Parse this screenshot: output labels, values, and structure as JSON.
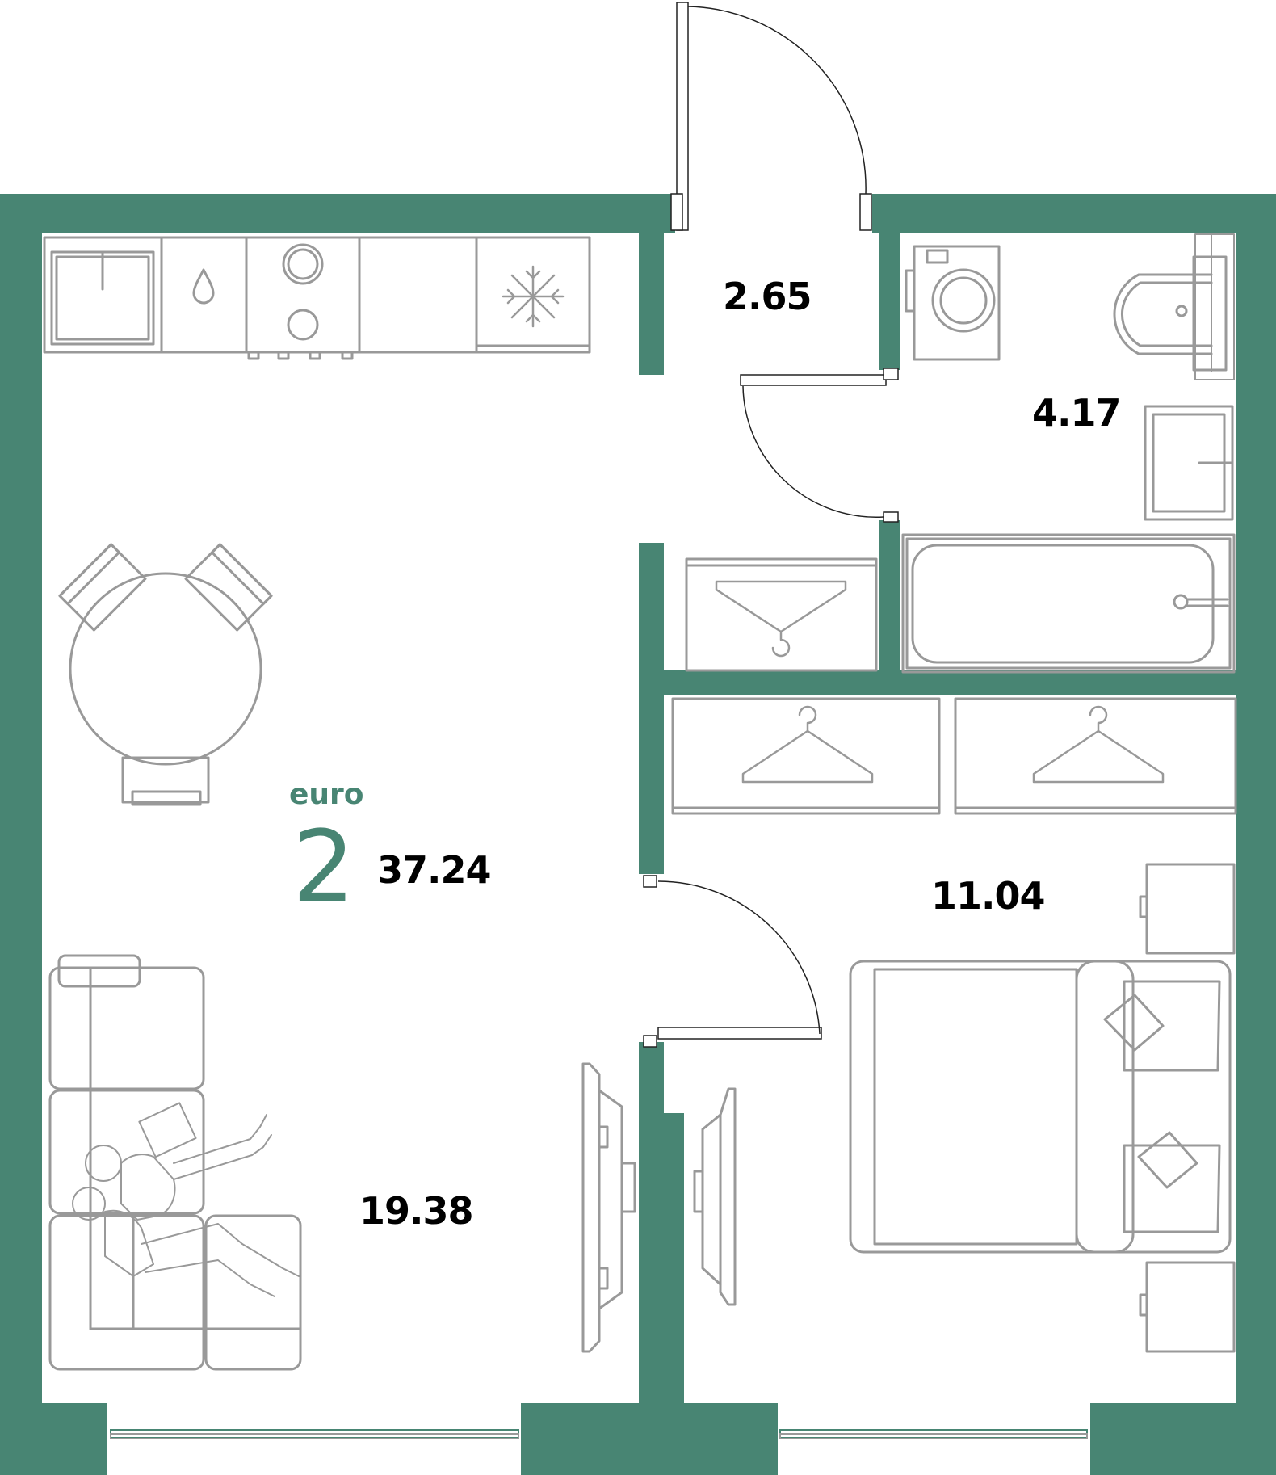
{
  "colors": {
    "wall": "#488573",
    "furniture": "#999999",
    "door": "#222222",
    "accent": "#488573",
    "text": "#000000"
  },
  "apartment": {
    "type_label": "euro",
    "rooms": "2",
    "total_area": "37.24"
  },
  "rooms": [
    {
      "name": "hallway",
      "area": "2.65"
    },
    {
      "name": "bathroom",
      "area": "4.17"
    },
    {
      "name": "living-kitchen",
      "area": "19.38"
    },
    {
      "name": "bedroom",
      "area": "11.04"
    }
  ],
  "icons": {
    "stove": "stove-icon",
    "sink": "sink-icon",
    "fridge": "snowflake-icon",
    "hanger": "hanger-icon",
    "washing_machine": "washing-machine-icon",
    "toilet": "toilet-icon",
    "bathtub": "bathtub-icon"
  }
}
